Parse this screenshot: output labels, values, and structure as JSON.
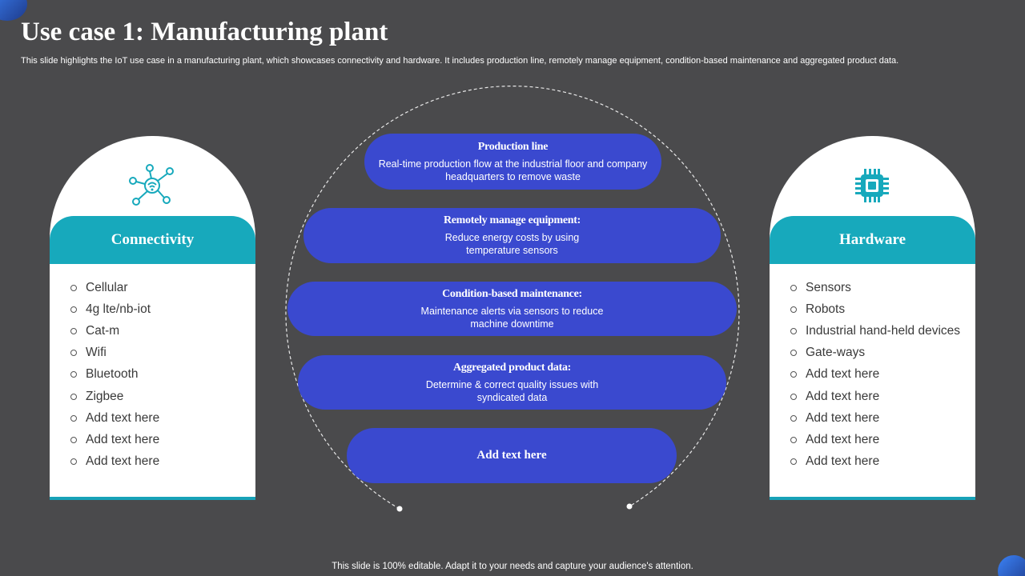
{
  "header": {
    "title": "Use case 1: Manufacturing plant",
    "subtitle": "This slide highlights the IoT use case in a manufacturing plant, which showcases connectivity and hardware. It includes production line, remotely manage equipment, condition-based maintenance and aggregated product data."
  },
  "left_card": {
    "title": "Connectivity",
    "icon": "network-hub-icon",
    "items": [
      "Cellular",
      "4g lte/nb-iot",
      "Cat-m",
      "Wifi",
      "Bluetooth",
      "Zigbee",
      "Add text here",
      "Add text here",
      "Add text here"
    ]
  },
  "right_card": {
    "title": "Hardware",
    "icon": "chip-icon",
    "items": [
      "Sensors",
      "Robots",
      "Industrial hand-held devices",
      "Gate-ways",
      "Add text here",
      "Add text here",
      "Add text here",
      "Add text here",
      "Add text here"
    ]
  },
  "center": {
    "pills": [
      {
        "title": "Production line",
        "desc": "Real-time production flow at the industrial floor and company headquarters to remove waste"
      },
      {
        "title": "Remotely manage equipment:",
        "desc": "Reduce energy costs by using temperature sensors"
      },
      {
        "title": "Condition-based maintenance:",
        "desc": "Maintenance alerts via sensors to reduce machine downtime"
      },
      {
        "title": "Aggregated product data:",
        "desc": "Determine & correct quality issues with syndicated data"
      }
    ],
    "last_pill": "Add text here"
  },
  "footer": {
    "text": "This slide is 100% editable. Adapt it to your needs and capture your audience's attention."
  },
  "colors": {
    "background": "#4a4a4c",
    "accent_teal": "#17a9bc",
    "pill_blue": "#3a49cf"
  }
}
